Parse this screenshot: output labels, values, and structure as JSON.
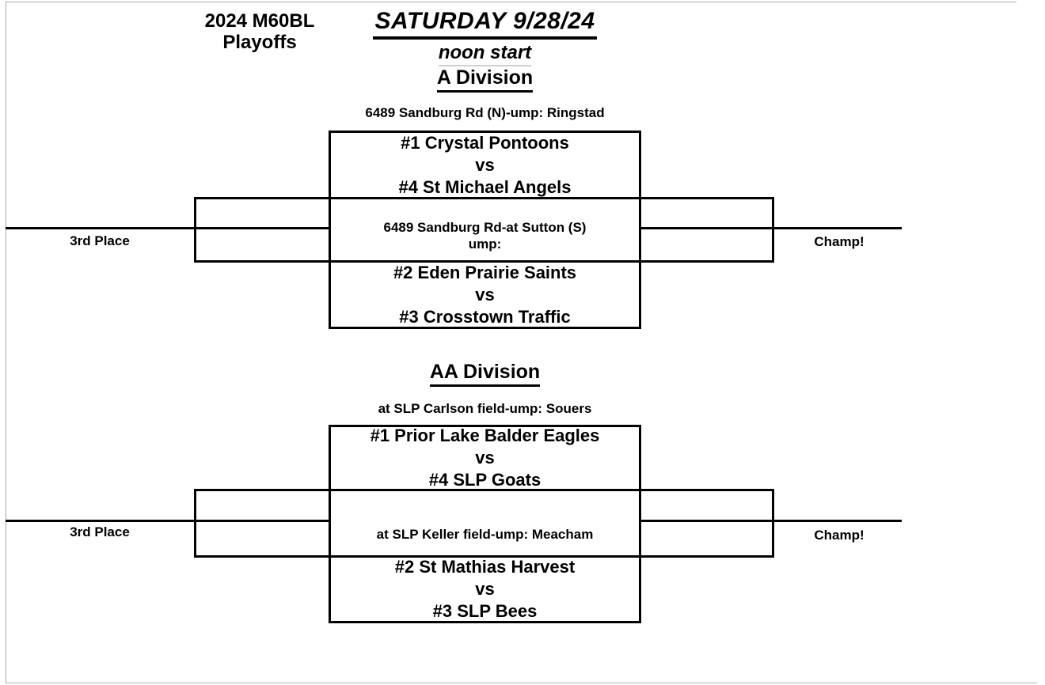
{
  "page": {
    "event_title_line1": "2024 M60BL",
    "event_title_line2": "Playoffs",
    "date_heading": "SATURDAY 9/28/24",
    "time_heading": "noon start",
    "line_color": "#000000",
    "sheet_border_color": "#a9a9a9",
    "background_color": "#ffffff"
  },
  "divisions": [
    {
      "name": "A Division",
      "semifinal_location": "6489 Sandburg Rd (N)-ump: Ringstad",
      "game1": {
        "team_top": "#1 Crystal Pontoons",
        "vs": "vs",
        "team_bottom": "#4 St Michael Angels"
      },
      "final_location_line1": "6489 Sandburg Rd-at Sutton (S)",
      "final_location_line2": "ump:",
      "game2": {
        "team_top": "#2 Eden Prairie Saints",
        "vs": "vs",
        "team_bottom": "#3 Crosstown Traffic"
      },
      "third_place_label": "3rd Place",
      "champ_label": "Champ!"
    },
    {
      "name": "AA Division",
      "semifinal_location": "at SLP Carlson field-ump: Souers",
      "game1": {
        "team_top": "#1 Prior Lake Balder Eagles",
        "vs": "vs",
        "team_bottom": "#4 SLP Goats"
      },
      "final_location_line1": "at SLP Keller field-ump: Meacham",
      "final_location_line2": "",
      "game2": {
        "team_top": "#2 St Mathias Harvest",
        "vs": "vs",
        "team_bottom": "#3 SLP Bees"
      },
      "third_place_label": "3rd Place",
      "champ_label": "Champ!"
    }
  ]
}
